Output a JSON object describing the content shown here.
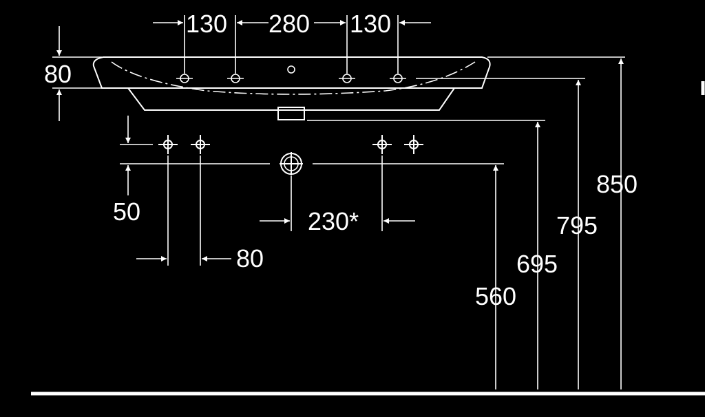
{
  "colors": {
    "background": "#000000",
    "line": "#ffffff"
  },
  "dimensions": {
    "top_spacing_left": "130",
    "top_spacing_center": "280",
    "top_spacing_right": "130",
    "rim_height": "80",
    "valve_spacing": "80",
    "valve_offset": "50",
    "drain_to_valve": "230*",
    "drain_height": "560",
    "valve_height": "695",
    "basin_bottom_height": "795",
    "rim_top_height": "850"
  }
}
